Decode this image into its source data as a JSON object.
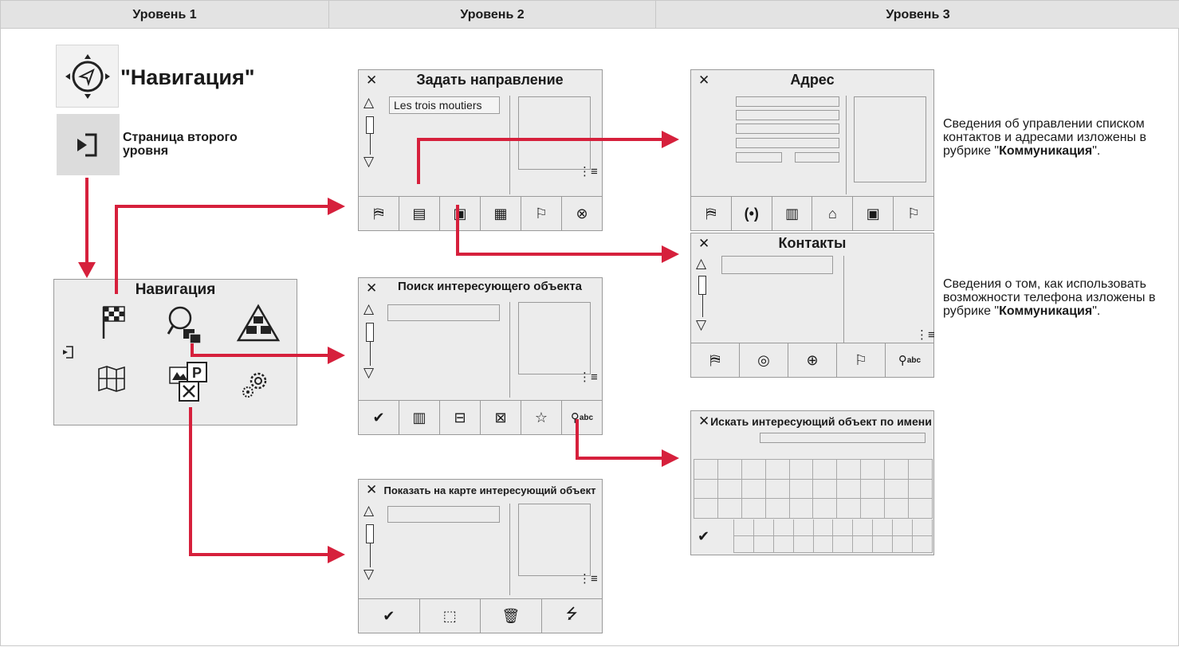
{
  "levels": [
    "Уровень 1",
    "Уровень 2",
    "Уровень 3"
  ],
  "legend": {
    "nav_label": "\"Навигация\"",
    "second_level_label": "Страница второго уровня"
  },
  "nav_menu": {
    "title": "Навигация"
  },
  "screens": {
    "set_destination": {
      "title": "Задать направление",
      "field_value": "Les trois moutiers"
    },
    "address": {
      "title": "Адрес"
    },
    "contacts": {
      "title": "Контакты"
    },
    "poi_search": {
      "title": "Поиск интересующего объекта"
    },
    "poi_by_name": {
      "title": "Искать интересующий объект по имени"
    },
    "poi_on_map": {
      "title": "Показать на карте интересующий объект"
    }
  },
  "close_glyph": "✕",
  "ok_glyph": "✔",
  "notes": {
    "address_note": {
      "text": "Сведения об управлении списком контактов и адресами изложены в рубрике \"",
      "bold": "Коммуникация",
      "suffix": "\"."
    },
    "contacts_note": {
      "text": "Сведения о том, как использовать возможности телефона изложены в рубрике \"",
      "bold": "Коммуникация",
      "suffix": "\"."
    }
  },
  "colors": {
    "arrow": "#d6203c",
    "screen_bg": "#ececec",
    "header_bg": "#e3e3e3"
  }
}
